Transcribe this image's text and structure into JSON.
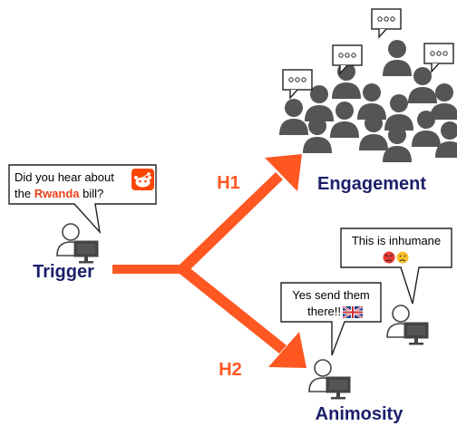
{
  "trigger_bubble": {
    "line1": "Did you hear about",
    "line2_prefix": "the ",
    "line2_highlight": "Rwanda",
    "line2_suffix": " bill?"
  },
  "labels": {
    "trigger": "Trigger",
    "engagement": "Engagement",
    "animosity": "Animosity",
    "h1": "H1",
    "h2": "H2"
  },
  "reply_bubbles": {
    "top": "This is inhumane",
    "bottom_line1": "Yes send them",
    "bottom_line2": "there!!"
  },
  "colors": {
    "accent": "#ff5722",
    "navy": "#1b1f6b",
    "crowd": "#555555",
    "highlight": "#e8411c"
  },
  "icons": {
    "reddit": "reddit-logo-icon",
    "angry": "angry-face-icon",
    "sad": "sad-face-icon",
    "flag": "uk-flag-icon"
  }
}
